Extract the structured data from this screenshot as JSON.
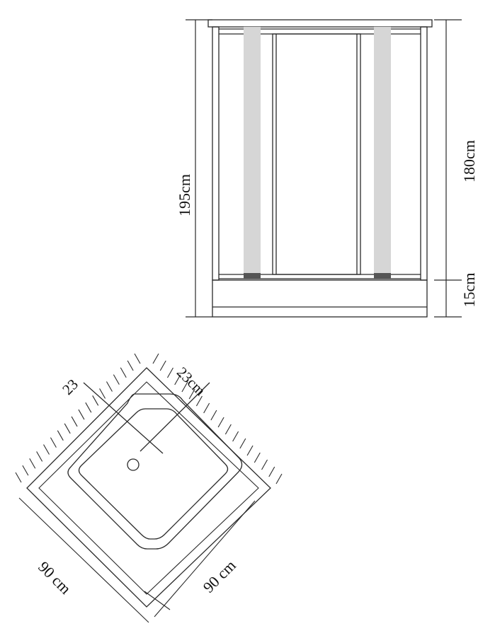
{
  "front_view": {
    "total_height_label": "195cm",
    "door_height_label": "180cm",
    "tray_height_label": "15cm"
  },
  "plan_view": {
    "corner_offset_label_left": "23",
    "corner_offset_label_right": "23cm",
    "width_label_left": "90 cm",
    "width_label_right": "90 cm"
  },
  "colors": {
    "line": "#2a2a2a",
    "door_handle_strip": "#d6d6d6",
    "strip_base": "#555555"
  }
}
